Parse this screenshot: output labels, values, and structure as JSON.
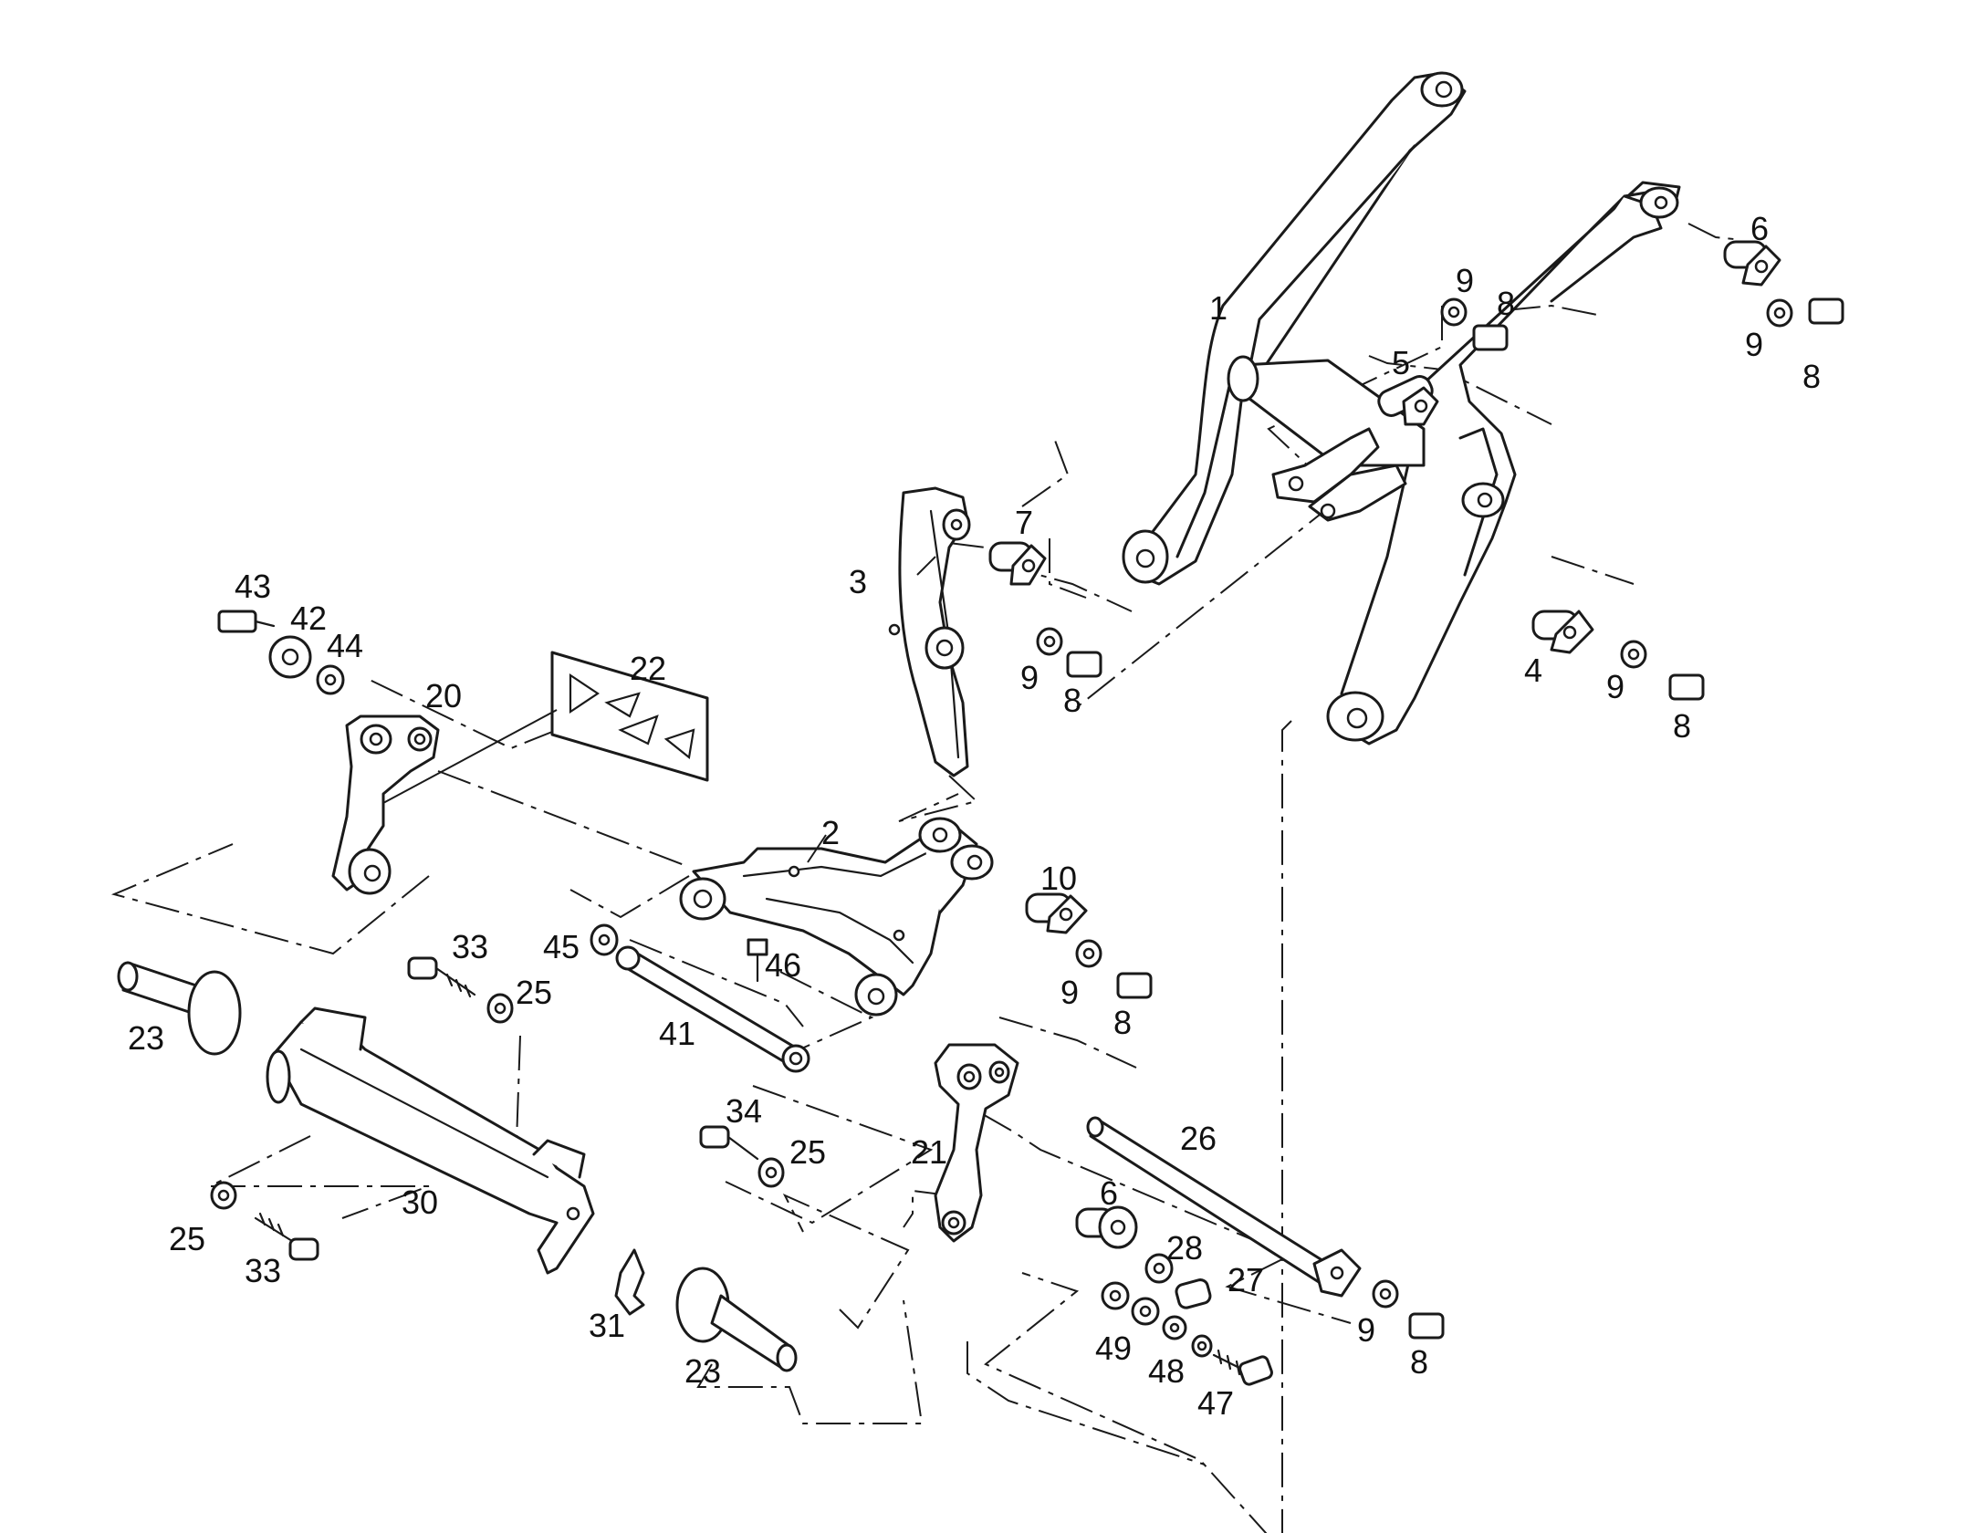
{
  "diagram": {
    "labels": {
      "l1": "1",
      "l2": "2",
      "l3": "3",
      "l4": "4",
      "l5": "5",
      "l6_top": "6",
      "l6_bottom": "6",
      "l7": "7",
      "l8_a": "8",
      "l8_b": "8",
      "l8_c": "8",
      "l8_d": "8",
      "l8_e": "8",
      "l8_f": "8",
      "l9_a": "9",
      "l9_b": "9",
      "l9_c": "9",
      "l9_d": "9",
      "l9_e": "9",
      "l9_f": "9",
      "l10": "10",
      "l20": "20",
      "l21": "21",
      "l22": "22",
      "l23_left": "23",
      "l23_bottom": "23",
      "l25_a": "25",
      "l25_b": "25",
      "l25_c": "25",
      "l26": "26",
      "l27": "27",
      "l28": "28",
      "l30": "30",
      "l31": "31",
      "l33_a": "33",
      "l33_b": "33",
      "l34": "34",
      "l41": "41",
      "l42": "42",
      "l43": "43",
      "l44": "44",
      "l45": "45",
      "l46": "46",
      "l47": "47",
      "l48": "48",
      "l49": "49"
    }
  }
}
